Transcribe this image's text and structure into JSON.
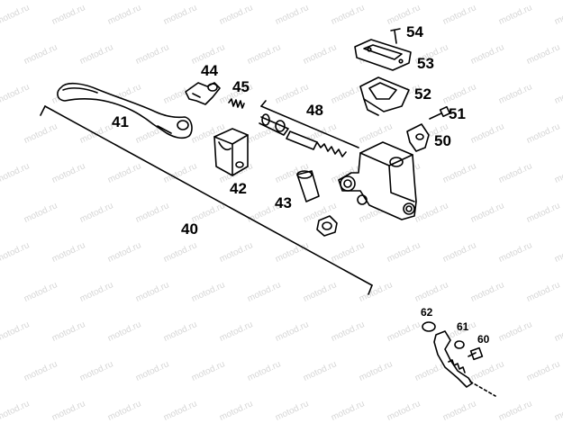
{
  "watermark": "motod.ru",
  "callouts": {
    "p40": "40",
    "p41": "41",
    "p42": "42",
    "p43": "43",
    "p44": "44",
    "p45": "45",
    "p48": "48",
    "p50": "50",
    "p51": "51",
    "p52": "52",
    "p53": "53",
    "p54": "54",
    "p60": "60",
    "p61": "61",
    "p62": "62"
  }
}
